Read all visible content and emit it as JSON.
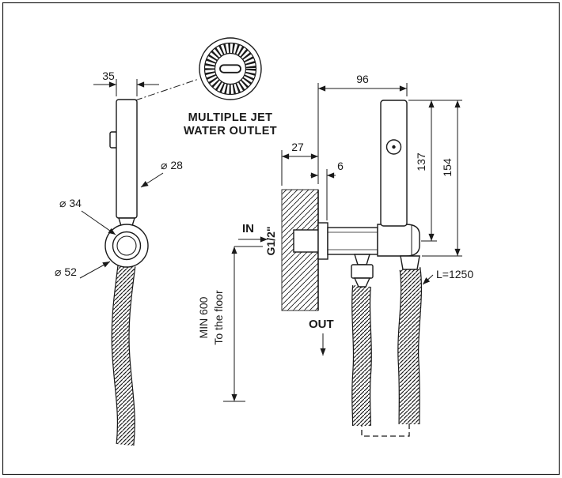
{
  "callout": {
    "line1": "MULTIPLE JET",
    "line2": "WATER OUTLET"
  },
  "left_view": {
    "handle_width": "35",
    "handle_diameter": "⌀ 28",
    "holder_inner_diameter": "⌀ 34",
    "holder_outer_diameter": "⌀ 52"
  },
  "right_view": {
    "depth": "96",
    "wall_thickness": "27",
    "flange_depth": "6",
    "height_to_axis": "137",
    "height_total": "154",
    "min_height": "MIN 600",
    "min_height_note": "To the floor",
    "inlet_label": "IN",
    "inlet_thread": "G1/2\"",
    "outlet_label": "OUT",
    "hose_length": "L=1250"
  },
  "colors": {
    "line": "#1a1a1a",
    "background": "#ffffff"
  }
}
